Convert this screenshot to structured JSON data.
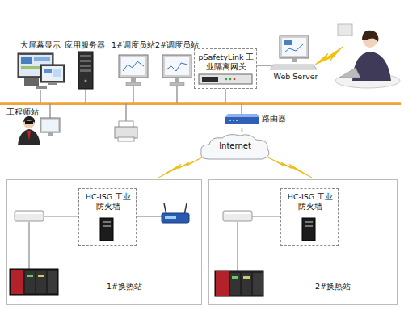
{
  "diagram": {
    "nodes": [
      {
        "text": [
          "大屏幕显示"
        ]
      },
      {
        "text": [
          "应用服务器"
        ]
      },
      {
        "text": [
          "1#调度员站"
        ]
      },
      {
        "text": [
          "2#调度员站"
        ]
      },
      {
        "text": [
          "pSafetyLink 工业隔离网关"
        ]
      },
      {
        "text": [
          "Web Server"
        ]
      },
      {
        "text": [
          "工程师站"
        ]
      },
      {
        "text": [
          "路由器"
        ]
      },
      {
        "text": [
          "Internet"
        ]
      },
      {
        "text": [
          "1#换热站"
        ]
      },
      {
        "text": [
          "HC-ISG 工业防火墙"
        ],
        "in": 9
      },
      {
        "text": [
          "2#换热站"
        ]
      },
      {
        "text": [
          "HC-ISG 工业防火墙"
        ],
        "in": 11
      }
    ],
    "edges": [
      {
        "from": 4,
        "to": 5,
        "arrow": "none"
      },
      {
        "from": 7,
        "to": 8,
        "arrow": "none"
      }
    ]
  }
}
